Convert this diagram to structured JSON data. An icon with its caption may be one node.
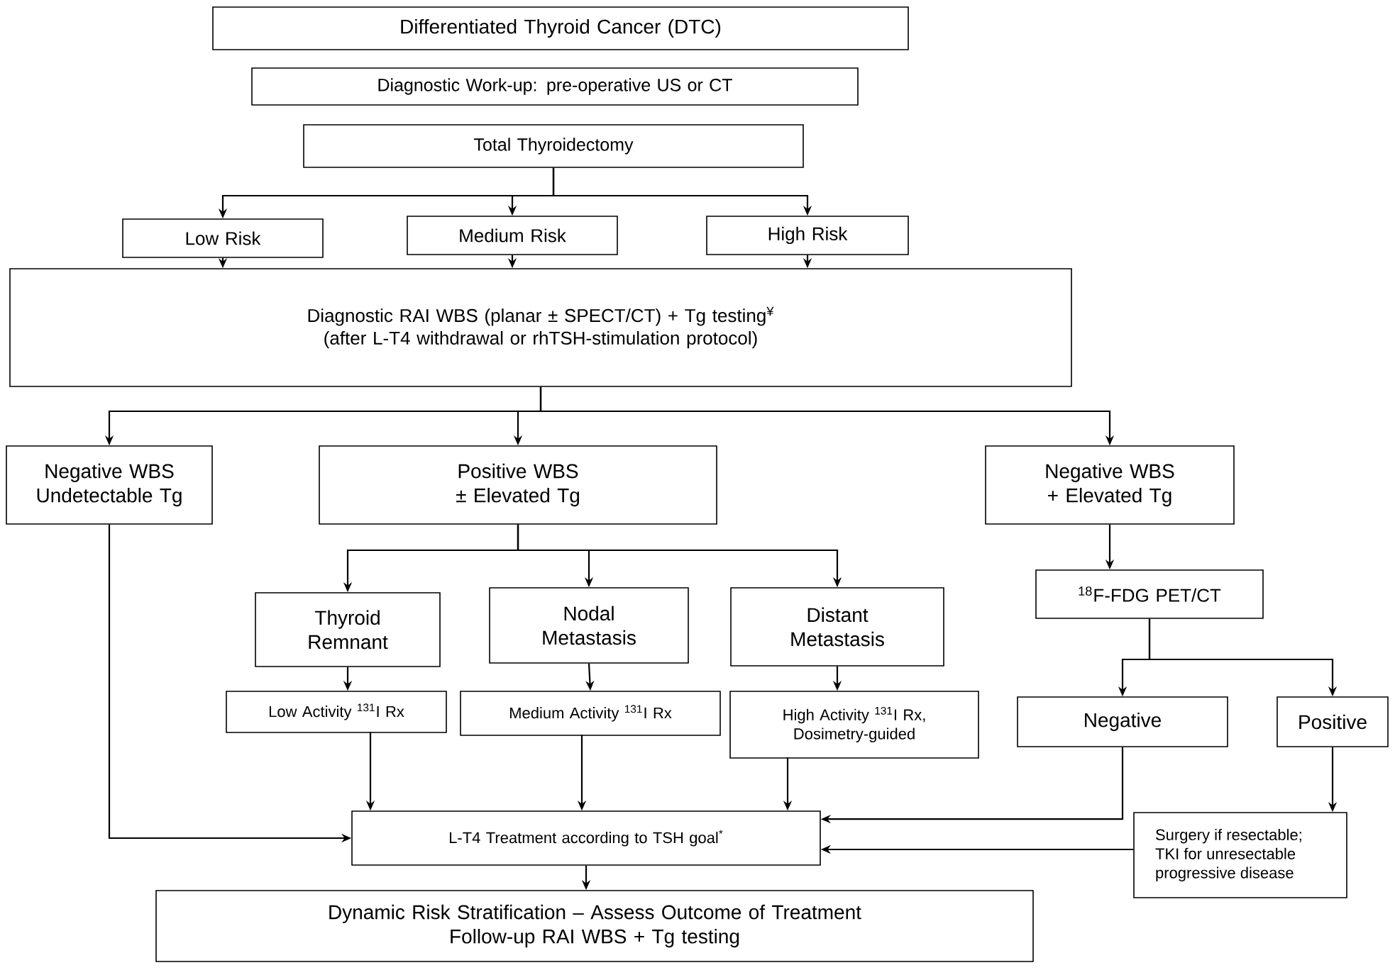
{
  "diagram": {
    "nodes": [
      {
        "text": [
          "Differentiated Thyroid Cancer (DTC)"
        ]
      },
      {
        "text": [
          "Diagnostic Work-up: pre-operative US or CT"
        ]
      },
      {
        "text": [
          "Total Thyroidectomy"
        ]
      },
      {
        "text": [
          "Low Risk"
        ]
      },
      {
        "text": [
          "Medium Risk"
        ]
      },
      {
        "text": [
          "High Risk"
        ]
      },
      {
        "text": [
          "Diagnostic RAI WBS (planar ± SPECT/CT) + Tg testing$^{¥}$",
          "(after L-T4 withdrawal or rhTSH-stimulation protocol)"
        ]
      },
      {
        "text": [
          "Negative WBS Undetectable Tg"
        ]
      },
      {
        "text": [
          "Positive WBS ± Elevated Tg"
        ]
      },
      {
        "text": [
          "Negative WBS + Elevated Tg"
        ]
      },
      {
        "text": [
          "Thyroid Remnant"
        ]
      },
      {
        "text": [
          "Nodal Metastasis"
        ]
      },
      {
        "text": [
          "Distant Metastasis"
        ]
      },
      {
        "text": [
          "Low Activity $^{131}$I Rx"
        ]
      },
      {
        "text": [
          "Medium Activity $^{131}$I Rx"
        ]
      },
      {
        "text": [
          "High Activity $^{131}$I Rx, Dosimetry-guided"
        ]
      },
      {
        "text": [
          "$^{18}$F-FDG PET/CT"
        ]
      },
      {
        "text": [
          "Negative"
        ]
      },
      {
        "text": [
          "Positive"
        ]
      },
      {
        "text": [
          "Surgery if resectable; TKI for unresectable progressive disease"
        ]
      },
      {
        "text": [
          "L-T4 Treatment according to TSH goal$^{*}$"
        ]
      },
      {
        "text": [
          "Dynamic Risk Stratification – Assess Outcome of Treatment",
          "Follow-up RAI WBS + Tg testing"
        ]
      }
    ],
    "edges": [
      {
        "from": 2,
        "to": 3,
        "arrow": "to"
      },
      {
        "from": 2,
        "to": 4,
        "arrow": "to"
      },
      {
        "from": 2,
        "to": 5,
        "arrow": "to"
      },
      {
        "from": 3,
        "to": 6,
        "arrow": "to"
      },
      {
        "from": 4,
        "to": 6,
        "arrow": "to"
      },
      {
        "from": 5,
        "to": 6,
        "arrow": "to"
      },
      {
        "from": 6,
        "to": 7,
        "arrow": "to"
      },
      {
        "from": 6,
        "to": 8,
        "arrow": "to"
      },
      {
        "from": 6,
        "to": 9,
        "arrow": "to"
      },
      {
        "from": 8,
        "to": 10,
        "arrow": "to"
      },
      {
        "from": 8,
        "to": 11,
        "arrow": "to"
      },
      {
        "from": 8,
        "to": 12,
        "arrow": "to"
      },
      {
        "from": 10,
        "to": 13,
        "arrow": "to"
      },
      {
        "from": 11,
        "to": 14,
        "arrow": "to"
      },
      {
        "from": 12,
        "to": 15,
        "arrow": "to"
      },
      {
        "from": 9,
        "to": 16,
        "arrow": "to"
      },
      {
        "from": 16,
        "to": 17,
        "arrow": "to"
      },
      {
        "from": 16,
        "to": 18,
        "arrow": "to"
      },
      {
        "from": 18,
        "to": 19,
        "arrow": "to"
      },
      {
        "from": 7,
        "to": 20,
        "arrow": "to"
      },
      {
        "from": 13,
        "to": 20,
        "arrow": "to"
      },
      {
        "from": 14,
        "to": 20,
        "arrow": "to"
      },
      {
        "from": 15,
        "to": 20,
        "arrow": "to"
      },
      {
        "from": 17,
        "to": 20,
        "arrow": "to"
      },
      {
        "from": 19,
        "to": 20,
        "arrow": "to"
      },
      {
        "from": 20,
        "to": 21,
        "arrow": "to"
      }
    ]
  }
}
